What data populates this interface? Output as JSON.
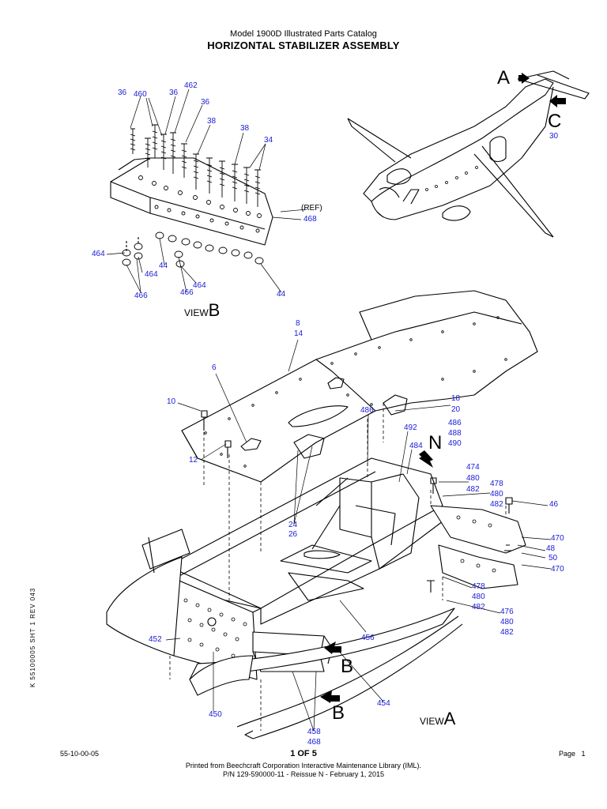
{
  "header": {
    "subtitle": "Model 1900D Illustrated Parts Catalog",
    "title": "HORIZONTAL STABILIZER ASSEMBLY"
  },
  "views": {
    "view_b_top": {
      "word": "VIEW",
      "letter": "B"
    },
    "view_a_bottom": {
      "word": "VIEW",
      "letter": "A"
    },
    "arrow_a": "A",
    "arrow_c": "C",
    "arrow_n": "N",
    "arrow_b1": "B",
    "arrow_b2": "B"
  },
  "callouts": {
    "c36a": "36",
    "c460": "460",
    "c36b": "36",
    "c462": "462",
    "c36c": "36",
    "c38a": "38",
    "c38b": "38",
    "c34": "34",
    "cref": "(REF)",
    "c468a": "468",
    "c464a": "464",
    "c464b": "464",
    "c44a": "44",
    "c464c": "464",
    "c466a": "466",
    "c466b": "466",
    "c44b": "44",
    "c30": "30",
    "c8": "8",
    "c14": "14",
    "c6": "6",
    "c10": "10",
    "c12": "12",
    "c18": "18",
    "c20": "20",
    "c486a": "486",
    "c486b": "486",
    "c488": "488",
    "c490": "490",
    "c492": "492",
    "c484": "484",
    "c474": "474",
    "c480a": "480",
    "c482a": "482",
    "c478a": "478",
    "c480b": "480",
    "c482b": "482",
    "c46": "46",
    "c24": "24",
    "c26": "26",
    "c470a": "470",
    "c48": "48",
    "c50": "50",
    "c470b": "470",
    "c478b": "478",
    "c480c": "480",
    "c482c": "482",
    "c476": "476",
    "c480d": "480",
    "c482d": "482",
    "c452": "452",
    "c456": "456",
    "c454": "454",
    "c450": "450",
    "c458": "458",
    "c468b": "468"
  },
  "footer": {
    "left": "55-10-00-05",
    "sheet": "1 OF 5",
    "page": "Page   1",
    "line1": "Printed from Beechcraft Corporation Interactive Maintenance Library (IML).",
    "line2": "P/N 129-590000-11 - Reissue N - February 1, 2015",
    "vertical": "K 55100005  SHT 1  REV 043"
  }
}
